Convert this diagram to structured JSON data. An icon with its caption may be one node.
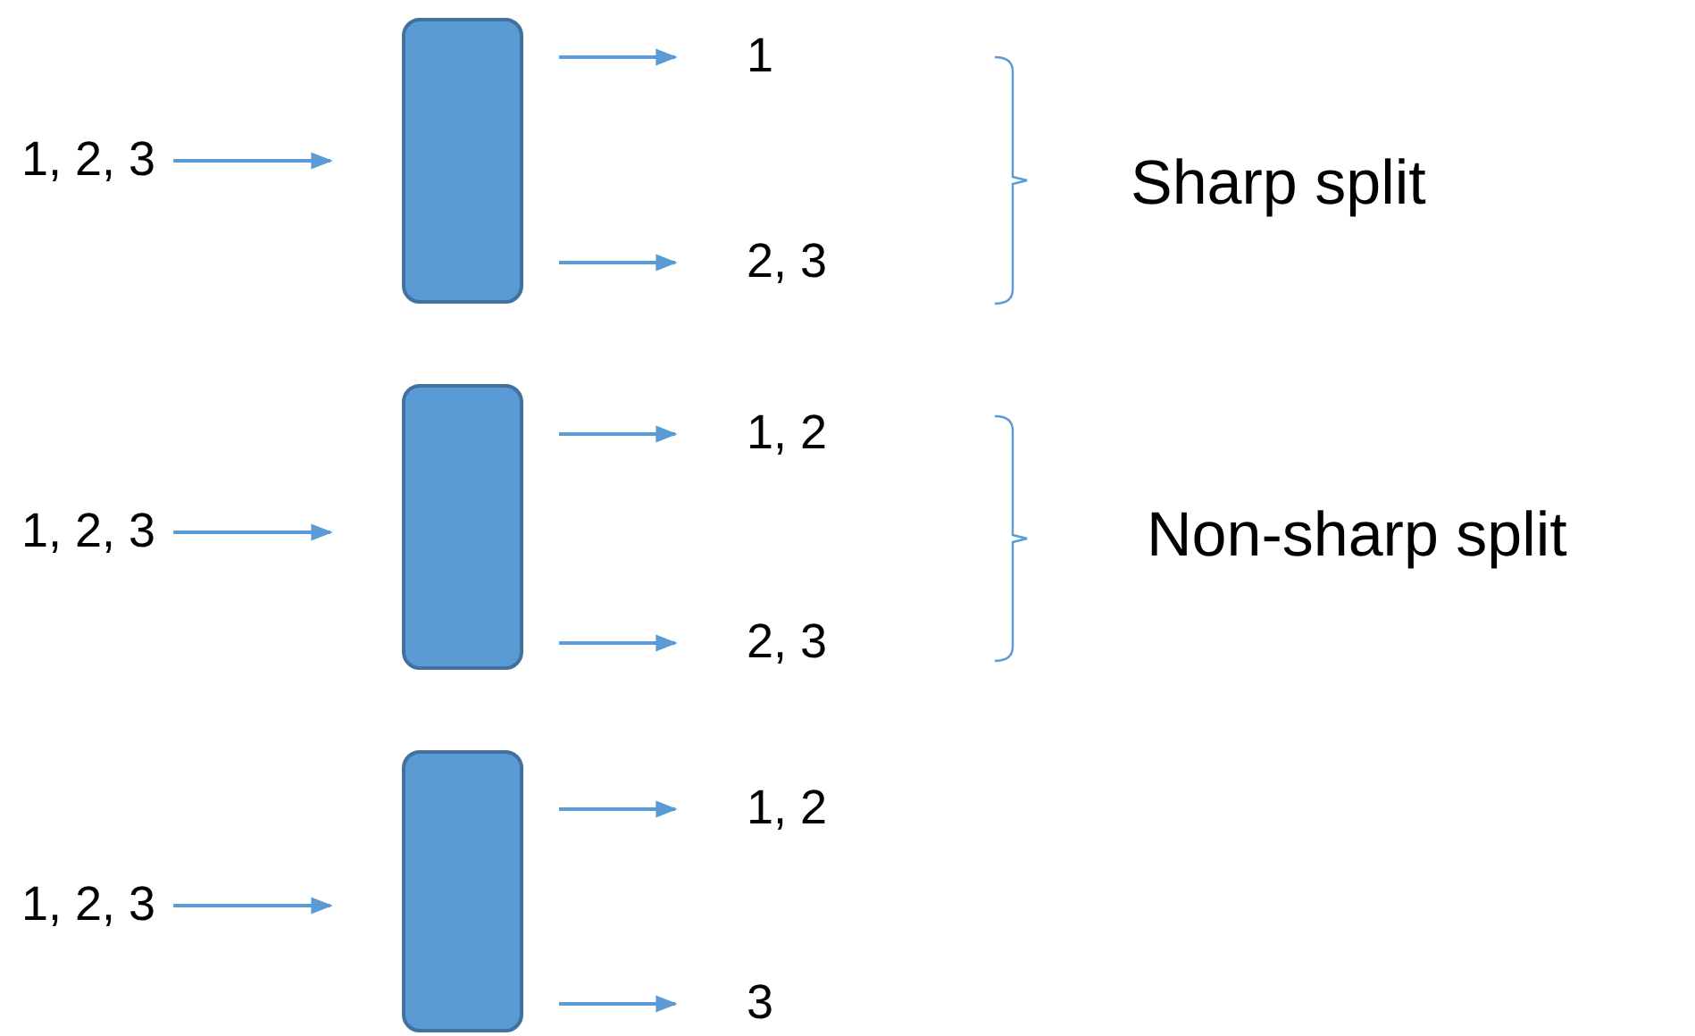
{
  "diagram": {
    "nodes": [
      {
        "text": [
          "1, 2, 3"
        ]
      },
      {
        "text": [],
        "shape": "box"
      },
      {
        "text": [
          "1"
        ]
      },
      {
        "text": [
          "2, 3"
        ]
      },
      {
        "text": [
          "1, 2, 3"
        ]
      },
      {
        "text": [],
        "shape": "box"
      },
      {
        "text": [
          "1, 2"
        ]
      },
      {
        "text": [
          "2, 3"
        ]
      },
      {
        "text": [
          "1, 2, 3"
        ]
      },
      {
        "text": [],
        "shape": "box"
      },
      {
        "text": [
          "1, 2"
        ]
      },
      {
        "text": [
          "3"
        ]
      }
    ],
    "edges": [
      {
        "from": 0,
        "to": 1,
        "arrow": "to"
      },
      {
        "from": 1,
        "to": 2,
        "arrow": "to"
      },
      {
        "from": 1,
        "to": 3,
        "arrow": "to"
      },
      {
        "from": 4,
        "to": 5,
        "arrow": "to"
      },
      {
        "from": 5,
        "to": 6,
        "arrow": "to"
      },
      {
        "from": 5,
        "to": 7,
        "arrow": "to"
      },
      {
        "from": 8,
        "to": 9,
        "arrow": "to"
      },
      {
        "from": 9,
        "to": 10,
        "arrow": "to"
      },
      {
        "from": 9,
        "to": 11,
        "arrow": "to"
      }
    ],
    "labels": [
      "Sharp split",
      "Non-sharp split"
    ]
  }
}
